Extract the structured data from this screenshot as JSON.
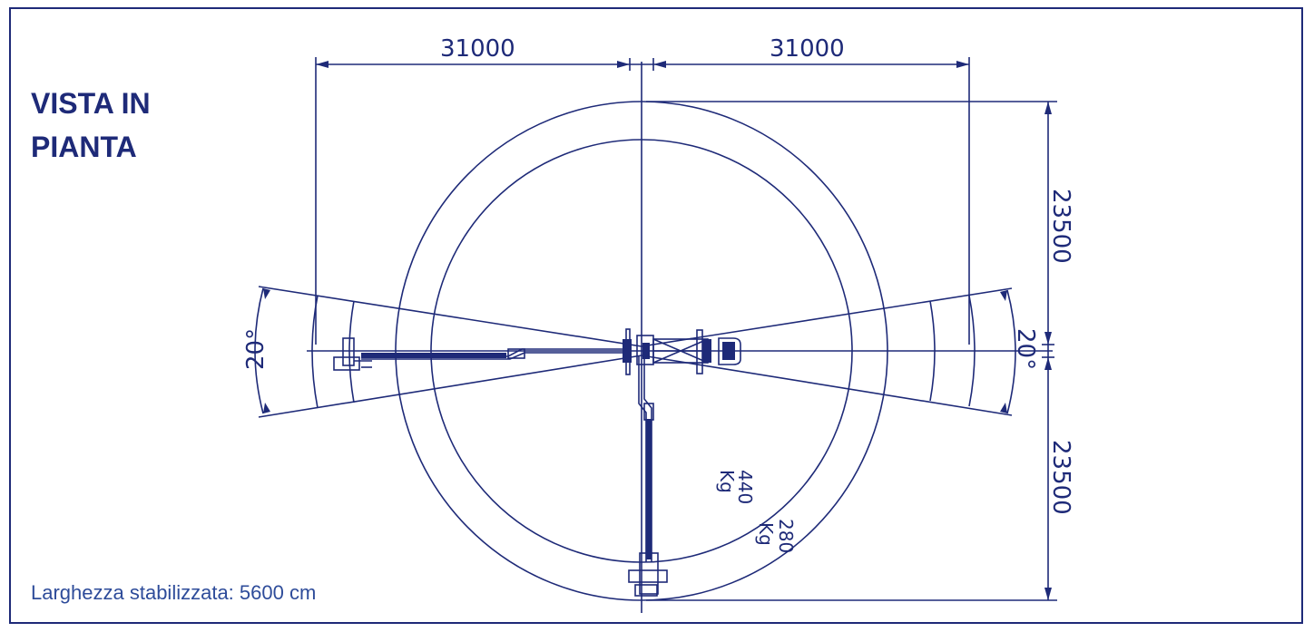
{
  "title": {
    "line1": "VISTA IN",
    "line2": "PIANTA"
  },
  "caption": "Larghezza stabilizzata: 5600 cm",
  "dimensions": {
    "left_width": "31000",
    "right_width": "31000",
    "upper_height": "23500",
    "lower_height": "23500",
    "left_angle": "20°",
    "right_angle": "20°"
  },
  "load_labels": {
    "inner_value": "440",
    "inner_unit": "Kg",
    "outer_value": "280",
    "outer_unit": "Kg"
  },
  "colors": {
    "line": "#1e2a78",
    "title": "#1e2a78",
    "caption": "#2e4c9a"
  }
}
